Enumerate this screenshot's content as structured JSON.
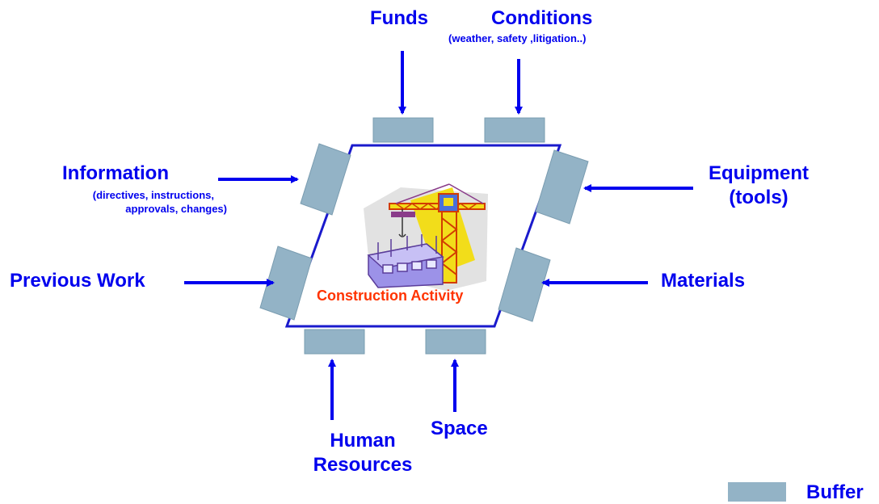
{
  "inputs": {
    "funds": {
      "label": "Funds"
    },
    "conditions": {
      "label": "Conditions",
      "note": "(weather, safety ,litigation..)"
    },
    "information": {
      "label": "Information",
      "note_line1": "(directives, instructions,",
      "note_line2": "approvals, changes)"
    },
    "previous_work": {
      "label": "Previous Work"
    },
    "equipment": {
      "label_line1": "Equipment",
      "label_line2": "(tools)"
    },
    "materials": {
      "label": "Materials"
    },
    "human_resources": {
      "label_line1": "Human",
      "label_line2": "Resources"
    },
    "space": {
      "label": "Space"
    }
  },
  "activity": {
    "label": "Construction Activity"
  },
  "legend": {
    "buffer_label": "Buffer"
  },
  "colors": {
    "text": "#0000ee",
    "arrow": "#0000ee",
    "buffer": "#93b3c6",
    "outline": "#1a1acc",
    "activity_text": "#ff3300"
  },
  "icons": {
    "center_clipart": "construction-crane-building-icon"
  }
}
